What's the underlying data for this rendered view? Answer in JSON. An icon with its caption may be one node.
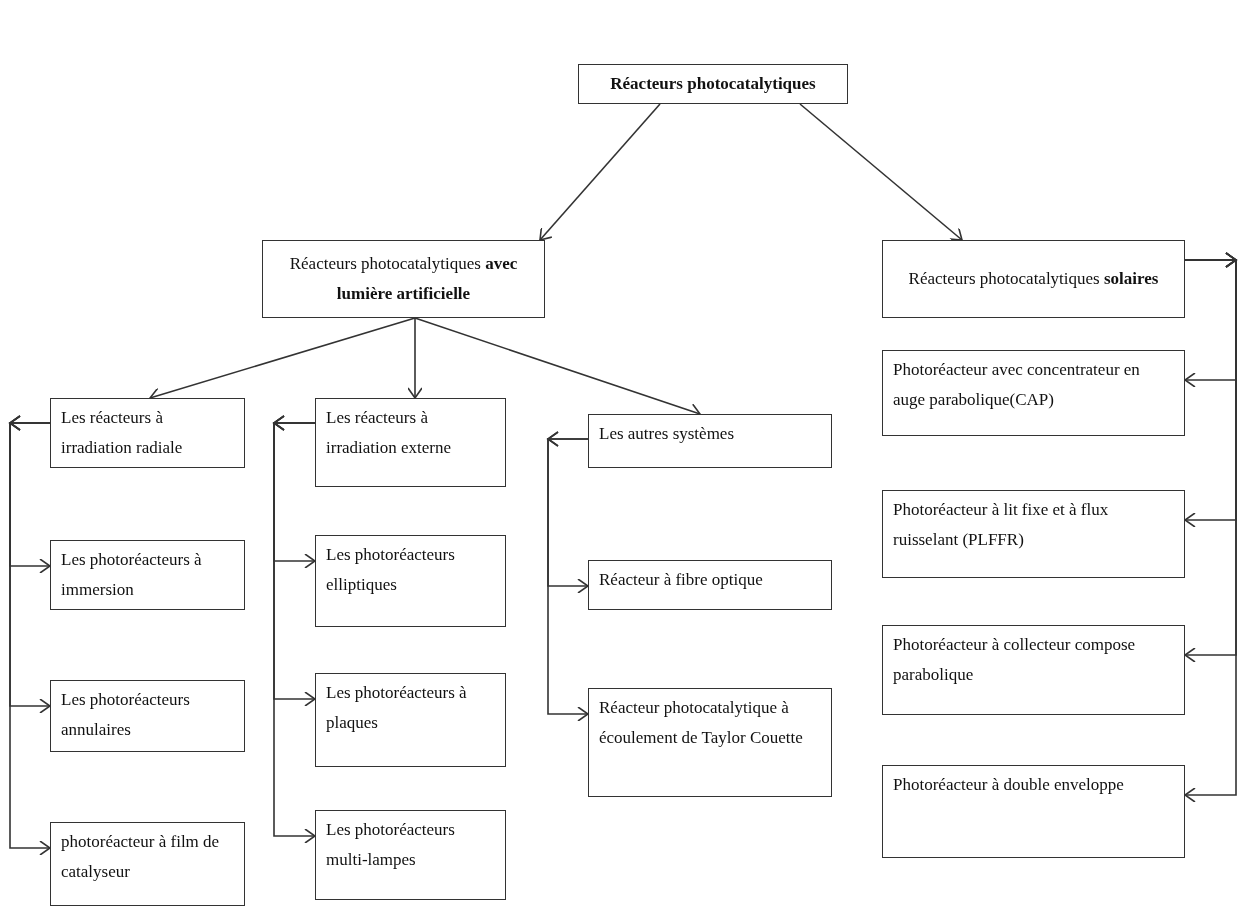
{
  "diagram": {
    "nodes": [
      {
        "text": [
          "Réacteurs photocatalytiques"
        ]
      },
      {
        "text": [
          "Réacteurs photocatalytiques **avec lumière artificielle**"
        ]
      },
      {
        "text": [
          "Réacteurs photocatalytiques **solaires**"
        ]
      },
      {
        "text": [
          "Les réacteurs à irradiation radiale"
        ]
      },
      {
        "text": [
          "Les photoréacteurs à immersion"
        ]
      },
      {
        "text": [
          "Les photoréacteurs annulaires"
        ]
      },
      {
        "text": [
          "photoréacteur à film de catalyseur"
        ]
      },
      {
        "text": [
          "Les réacteurs à irradiation externe"
        ]
      },
      {
        "text": [
          "Les photoréacteurs elliptiques"
        ]
      },
      {
        "text": [
          "Les photoréacteurs à plaques"
        ]
      },
      {
        "text": [
          "Les photoréacteurs multi-lampes"
        ]
      },
      {
        "text": [
          "Les autres systèmes"
        ]
      },
      {
        "text": [
          "Réacteur à fibre optique"
        ]
      },
      {
        "text": [
          "Réacteur photocatalytique à écoulement de Taylor Couette"
        ]
      },
      {
        "text": [
          "Photoréacteur avec concentrateur en auge parabolique(CAP)"
        ]
      },
      {
        "text": [
          "Photoréacteur à lit fixe et à flux ruisselant (PLFFR)"
        ]
      },
      {
        "text": [
          "Photoréacteur à collecteur compose parabolique"
        ]
      },
      {
        "text": [
          "Photoréacteur à  double enveloppe"
        ]
      }
    ],
    "edges": [
      {
        "from": 0,
        "to": 1,
        "arrow": "to"
      },
      {
        "from": 0,
        "to": 2,
        "arrow": "to"
      },
      {
        "from": 1,
        "to": 3,
        "arrow": "to"
      },
      {
        "from": 1,
        "to": 7,
        "arrow": "to"
      },
      {
        "from": 1,
        "to": 11,
        "arrow": "to"
      },
      {
        "from": 3,
        "to": 4,
        "arrow": "to"
      },
      {
        "from": 3,
        "to": 5,
        "arrow": "to"
      },
      {
        "from": 3,
        "to": 6,
        "arrow": "to"
      },
      {
        "from": 7,
        "to": 8,
        "arrow": "to"
      },
      {
        "from": 7,
        "to": 9,
        "arrow": "to"
      },
      {
        "from": 7,
        "to": 10,
        "arrow": "to"
      },
      {
        "from": 11,
        "to": 12,
        "arrow": "to"
      },
      {
        "from": 11,
        "to": 13,
        "arrow": "to"
      },
      {
        "from": 2,
        "to": 14,
        "arrow": "to"
      },
      {
        "from": 2,
        "to": 15,
        "arrow": "to"
      },
      {
        "from": 2,
        "to": 16,
        "arrow": "to"
      },
      {
        "from": 2,
        "to": 17,
        "arrow": "to"
      }
    ]
  }
}
